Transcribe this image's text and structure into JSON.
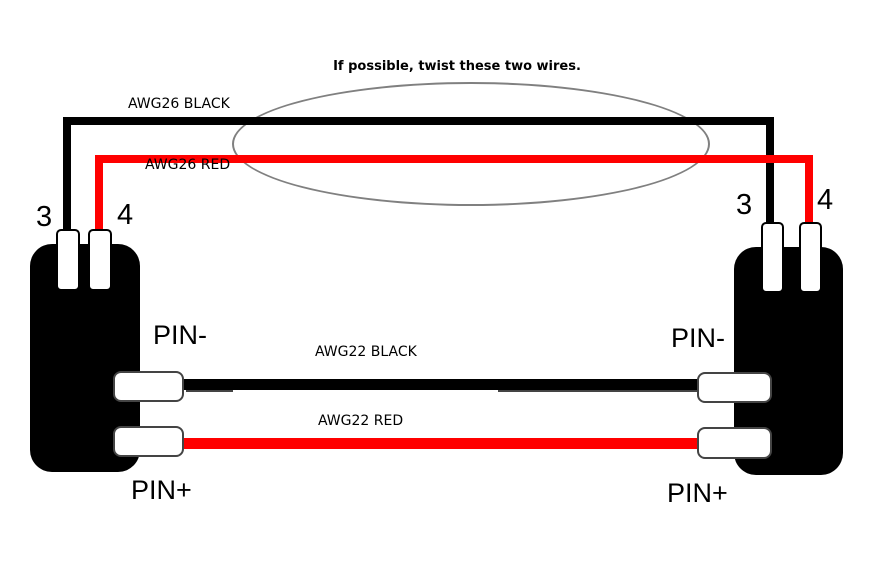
{
  "annotation": {
    "twist_note": "If possible, twist these two wires."
  },
  "colors": {
    "wire_black": "#000000",
    "wire_red": "#ff0000",
    "ellipse_stroke": "#808080",
    "connector_body": "#000000",
    "pin_fill": "#ffffff",
    "background": "#ffffff"
  },
  "wires": [
    {
      "id": "awg26-black",
      "label": "AWG26 BLACK",
      "color": "#000000"
    },
    {
      "id": "awg26-red",
      "label": "AWG26 RED",
      "color": "#ff0000"
    },
    {
      "id": "awg22-black",
      "label": "AWG22 BLACK",
      "color": "#000000"
    },
    {
      "id": "awg22-red",
      "label": "AWG22 RED",
      "color": "#ff0000"
    }
  ],
  "connectors": {
    "left": {
      "pin3": "3",
      "pin4": "4",
      "minus": "PIN-",
      "plus": "PIN+"
    },
    "right": {
      "pin3": "3",
      "pin4": "4",
      "minus": "PIN-",
      "plus": "PIN+"
    }
  }
}
